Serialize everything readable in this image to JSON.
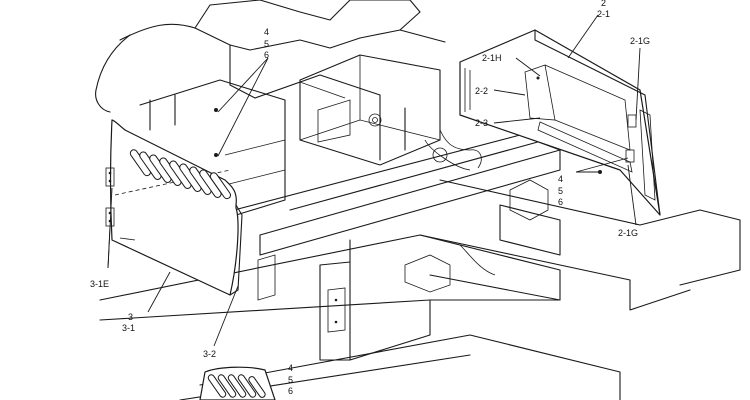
{
  "callouts": {
    "top_right_a": "2",
    "top_right_b": "2-1",
    "right_1g_top": "2-1G",
    "right_1g_bottom": "2-1G",
    "mid_1h": "2-1H",
    "mid_2_2": "2-2",
    "mid_2_3": "2-3",
    "top_left_4": "4",
    "top_left_5": "5",
    "top_left_6": "6",
    "right_4": "4",
    "right_5": "5",
    "right_6": "6",
    "left_3_1e": "3-1E",
    "left_3": "3",
    "left_3_1": "3-1",
    "bottom_3_2": "3-2",
    "bottom_4": "4",
    "bottom_5": "5",
    "bottom_6": "6"
  }
}
